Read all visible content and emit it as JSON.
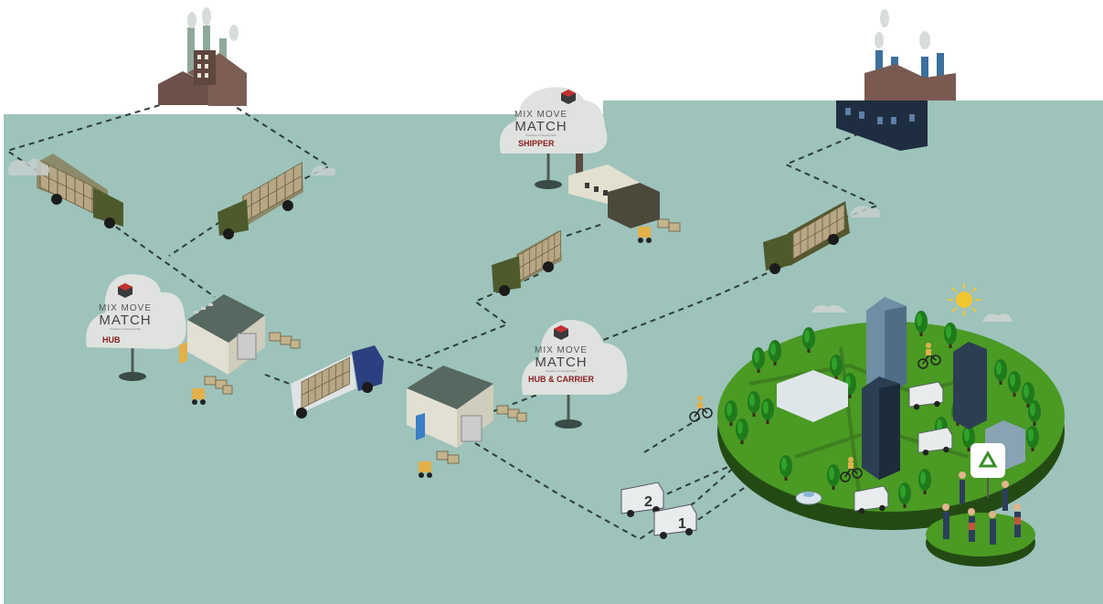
{
  "brand": {
    "line1": "MIX MOVE",
    "line2": "MATCH",
    "tagline": "Freedom on Supply Path",
    "logo_colors": [
      "#c53030",
      "#3a3a3a",
      "#7b1f1f"
    ]
  },
  "signs": [
    {
      "role": "HUB"
    },
    {
      "role": "SHIPPER"
    },
    {
      "role": "HUB & CARRIER"
    }
  ],
  "vans": [
    {
      "number": "2"
    },
    {
      "number": "1"
    }
  ],
  "colors": {
    "background": "#9dc3bb",
    "grass": "#4a9a24",
    "island_side": "#244a14",
    "path": "#2f3d38",
    "truck_cab": "#4e5a2c",
    "box": "#b7a784",
    "role_text": "#8a1c1c"
  },
  "icons": [
    "factory-icon",
    "truck-icon",
    "warehouse-icon",
    "forklift-icon",
    "van-icon",
    "recycle-icon",
    "sun-icon",
    "cloud-icon",
    "bicycle-icon",
    "tree-icon",
    "building-icon",
    "fountain-icon",
    "people-icon"
  ]
}
